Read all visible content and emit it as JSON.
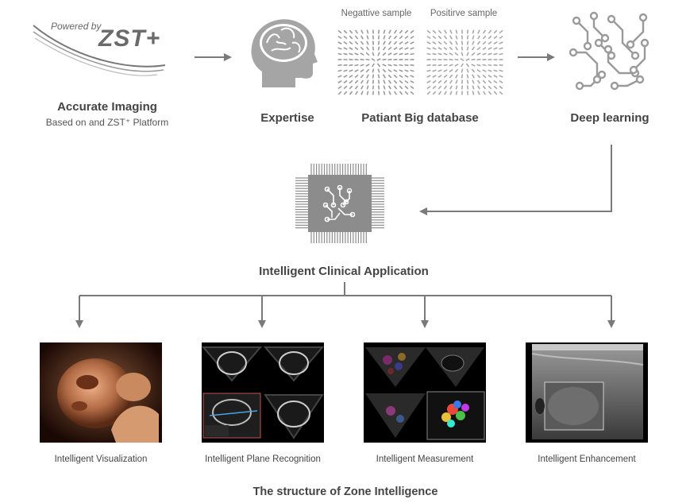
{
  "colors": {
    "arrow": "#7a7a7a",
    "icon": "#9a9a9a",
    "chip": "#8c8c8c",
    "text": "#444444"
  },
  "logo": {
    "powered_by": "Powered by",
    "brand": "ZST+"
  },
  "nodes": {
    "accurate_imaging": {
      "title": "Accurate Imaging",
      "subtitle": "Based on and ZST⁺ Platform"
    },
    "expertise": {
      "title": "Expertise",
      "icon": "brain-head-icon"
    },
    "database": {
      "title": "Patiant Big database",
      "negative_label": "Negattive sample",
      "positive_label": "Positirve sample"
    },
    "deep_learning": {
      "title": "Deep learning",
      "icon": "circuit-icon"
    },
    "clinical_app": {
      "title": "Intelligent Clinical Application",
      "icon": "chip-icon"
    }
  },
  "applications": [
    {
      "label": "Intelligent Visualization"
    },
    {
      "label": "Intelligent Plane Recognition"
    },
    {
      "label": "Intelligent Measurement"
    },
    {
      "label": "Intelligent Enhancement"
    }
  ],
  "footer": {
    "title": "The structure of Zone Intelligence"
  }
}
